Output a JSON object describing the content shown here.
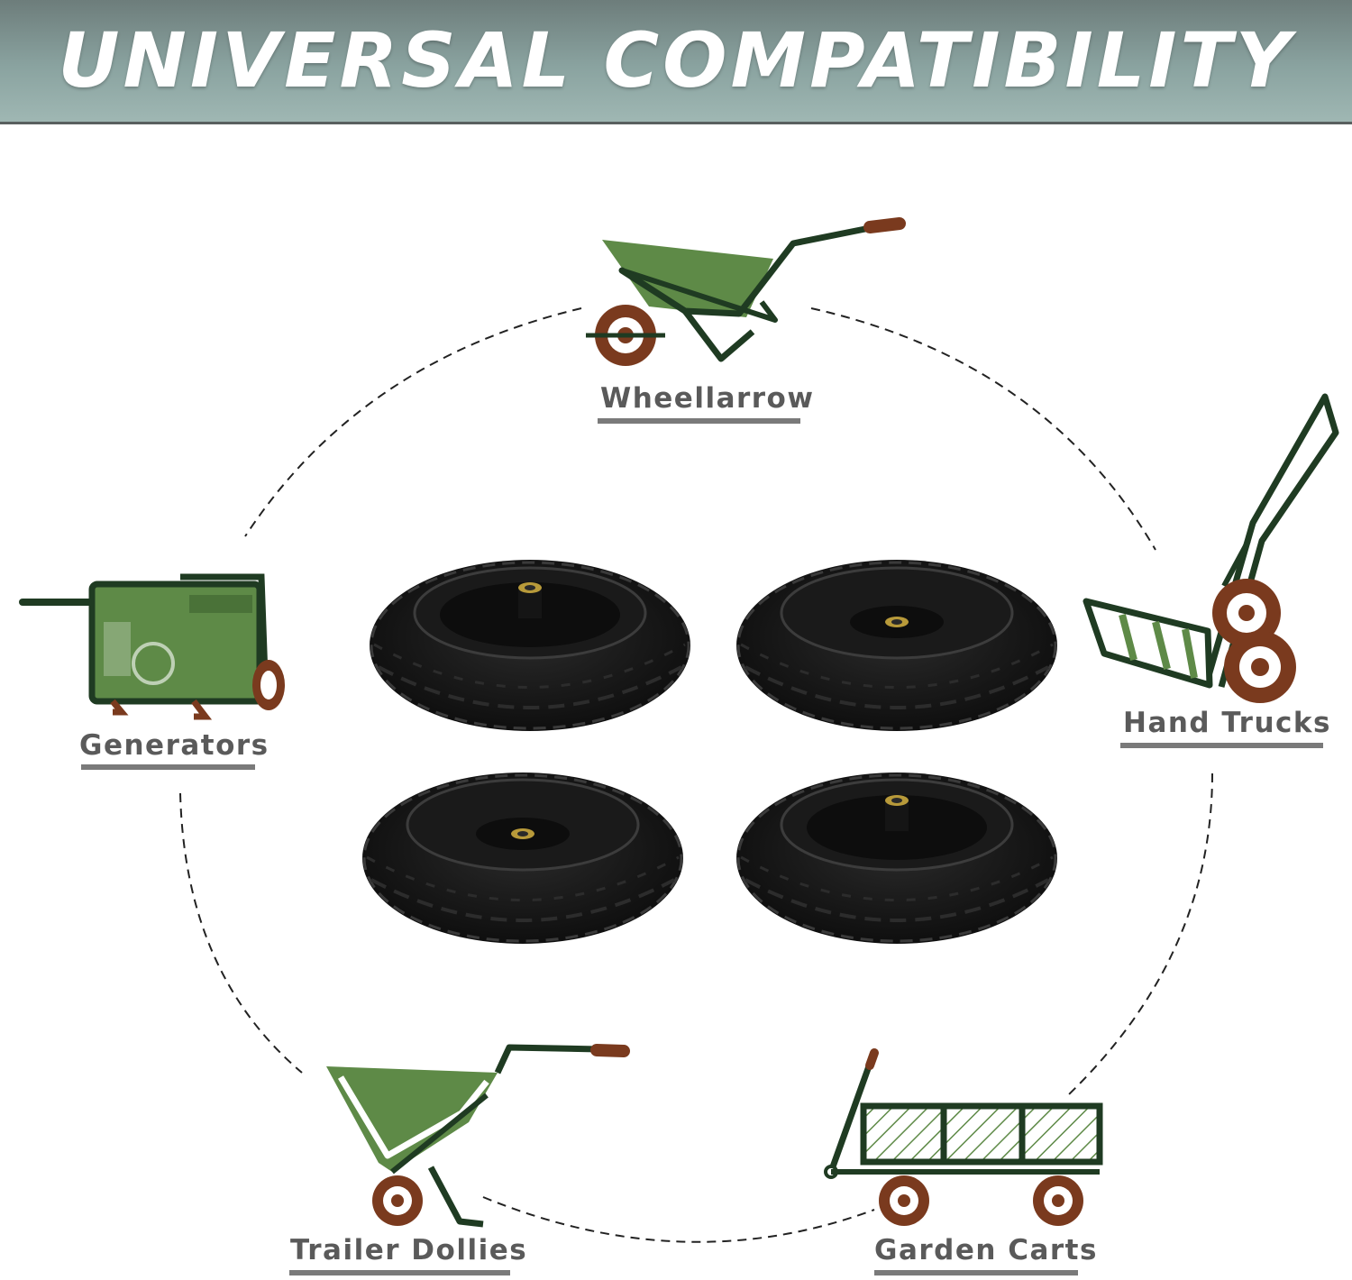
{
  "header": {
    "title": "UNIVERSAL COMPATIBILITY"
  },
  "applications": [
    {
      "id": "wheelbarrow",
      "label": "Wheellarrow"
    },
    {
      "id": "hand-trucks",
      "label": "Hand Trucks"
    },
    {
      "id": "generators",
      "label": "Generators"
    },
    {
      "id": "trailer-dollies",
      "label": "Trailer Dollies"
    },
    {
      "id": "garden-carts",
      "label": "Garden Carts"
    }
  ],
  "colors": {
    "banner": "#8aa3a0",
    "icon_green": "#5e8a47",
    "icon_outline": "#1f3b22",
    "wheel_brown": "#7a3a1e",
    "label_gray": "#5a5a5a",
    "tire_black": "#111111",
    "hub_gold": "#b89a3a"
  }
}
